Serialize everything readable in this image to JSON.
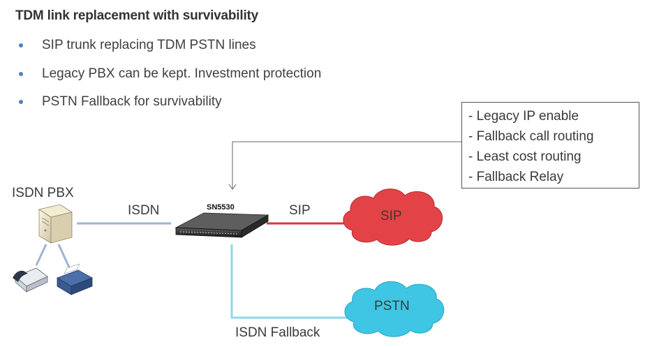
{
  "title": "TDM link replacement with survivability",
  "bullets": [
    "SIP trunk replacing TDM PSTN lines",
    "Legacy PBX can be kept. Investment protection",
    "PSTN Fallback for survivability"
  ],
  "features": [
    "- Legacy IP enable",
    "- Fallback call routing",
    "- Least cost routing",
    "- Fallback Relay"
  ],
  "labels": {
    "pbx": "ISDN PBX",
    "isdn": "ISDN",
    "device": "SN5530",
    "sip_link": "SIP",
    "sip_cloud": "SIP",
    "pstn_cloud": "PSTN",
    "fallback": "ISDN Fallback"
  },
  "colors": {
    "bullet": "#4f81bd",
    "isdn_link": "#9fb3d5",
    "sip_link": "#d9363a",
    "sip_cloud": "#e34347",
    "pstn_cloud": "#3fc6e4",
    "fallback_link": "#8dd8ea"
  },
  "icons": [
    "pbx-server-icon",
    "telephone-icon",
    "fax-machine-icon",
    "gateway-device-icon"
  ]
}
